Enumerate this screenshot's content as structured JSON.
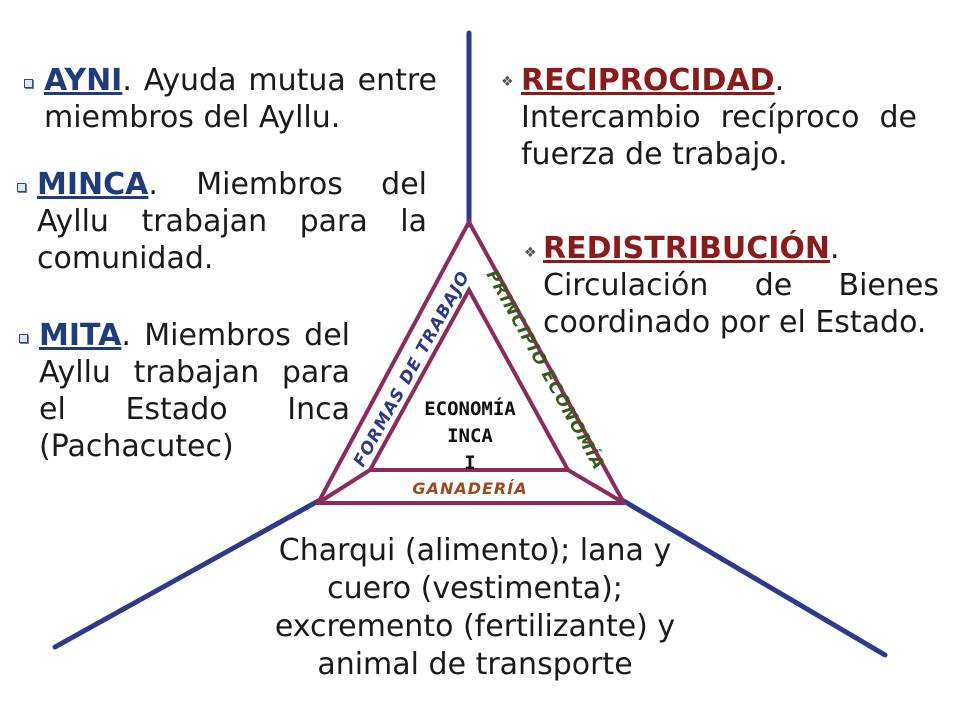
{
  "colors": {
    "navy": "#2d3a8c",
    "term_blue": "#1f3d7a",
    "term_red": "#8b1a1a",
    "triangle": "#8b2a5c",
    "green": "#3a5a1a",
    "brown": "#9a4a1e"
  },
  "ayni": {
    "term": "AYNI",
    "text": ". Ayuda mutua entre miembros del Ayllu."
  },
  "minca": {
    "term": "MINCA",
    "text": ". Miembros del Ayllu trabajan para la comunidad."
  },
  "mita": {
    "term": "MITA",
    "text": ". Miembros del Ayllu trabajan para el Estado Inca (Pachacutec)"
  },
  "reciprocidad": {
    "term": "RECIPROCIDAD",
    "text": ". Intercambio recíproco de fuerza de trabajo."
  },
  "redistribucion": {
    "term": "REDISTRIBUCIÓN",
    "text": ". Circulación de Bienes coordinado por el Estado."
  },
  "triangle": {
    "left_label": "FORMAS DE TRABAJO",
    "right_label": "PRINCIPIO ECONOMÍA",
    "bottom_label": "GANADERÍA",
    "center_line1": "ECONOMÍA",
    "center_line2": "INCA",
    "center_line3": "I"
  },
  "bottom_text": "Charqui (alimento); lana y cuero (vestimenta); excremento (fertilizante) y animal de transporte"
}
